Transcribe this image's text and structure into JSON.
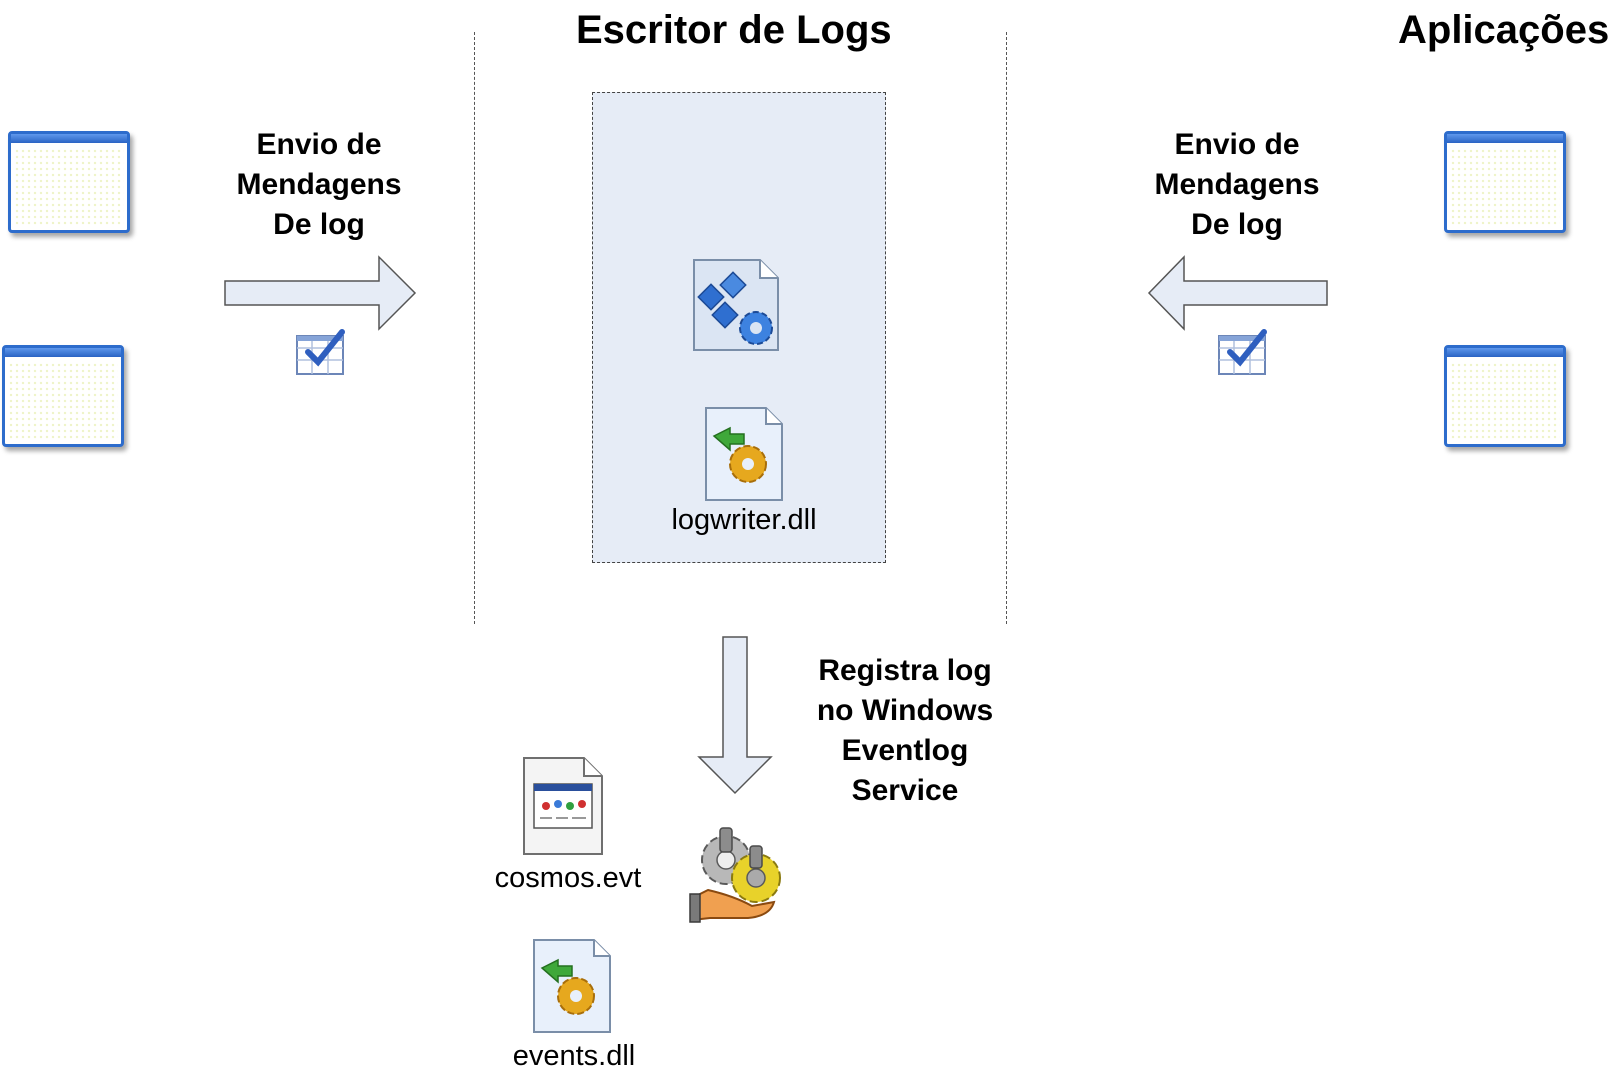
{
  "titles": {
    "log_writer": "Escritor de Logs",
    "applications": "Aplicações"
  },
  "left_caption": [
    "Envio de",
    "Mendagens",
    "De log"
  ],
  "right_caption": [
    "Envio de",
    "Mendagens",
    "De log"
  ],
  "down_caption": [
    "Registra log",
    "no Windows",
    "Eventlog",
    "Service"
  ],
  "files": {
    "logwriter": "logwriter.dll",
    "cosmos": "cosmos.evt",
    "events": "events.dll"
  },
  "colors": {
    "box_fill": "#e6ecf6",
    "arrow_fill": "#e6ecf6",
    "window_border": "#2d6ccc"
  },
  "icons": {
    "app_window": "app-window-icon",
    "checklist": "checklist-icon",
    "component": "component-file-icon",
    "dll": "dll-file-icon",
    "evt": "evt-file-icon",
    "service": "service-gears-icon"
  }
}
